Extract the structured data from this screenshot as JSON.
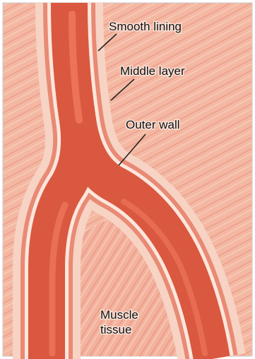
{
  "labels": {
    "smooth_lining": "Smooth lining",
    "middle_layer": "Middle layer",
    "outer_wall": "Outer wall",
    "muscle_tissue_line1": "Muscle",
    "muscle_tissue_line2": "tissue"
  },
  "colors": {
    "muscle_background": "#f4b8a2",
    "muscle_fiber": "#e9998a",
    "outer_wall": "#f7d3c4",
    "middle_layer": "#e98a74",
    "smooth_lining": "#fde6dc",
    "lumen": "#d9583f",
    "lumen_highlight": "#f07a5f",
    "leader_line": "#222222",
    "frame_border": "#c9c9c9"
  }
}
